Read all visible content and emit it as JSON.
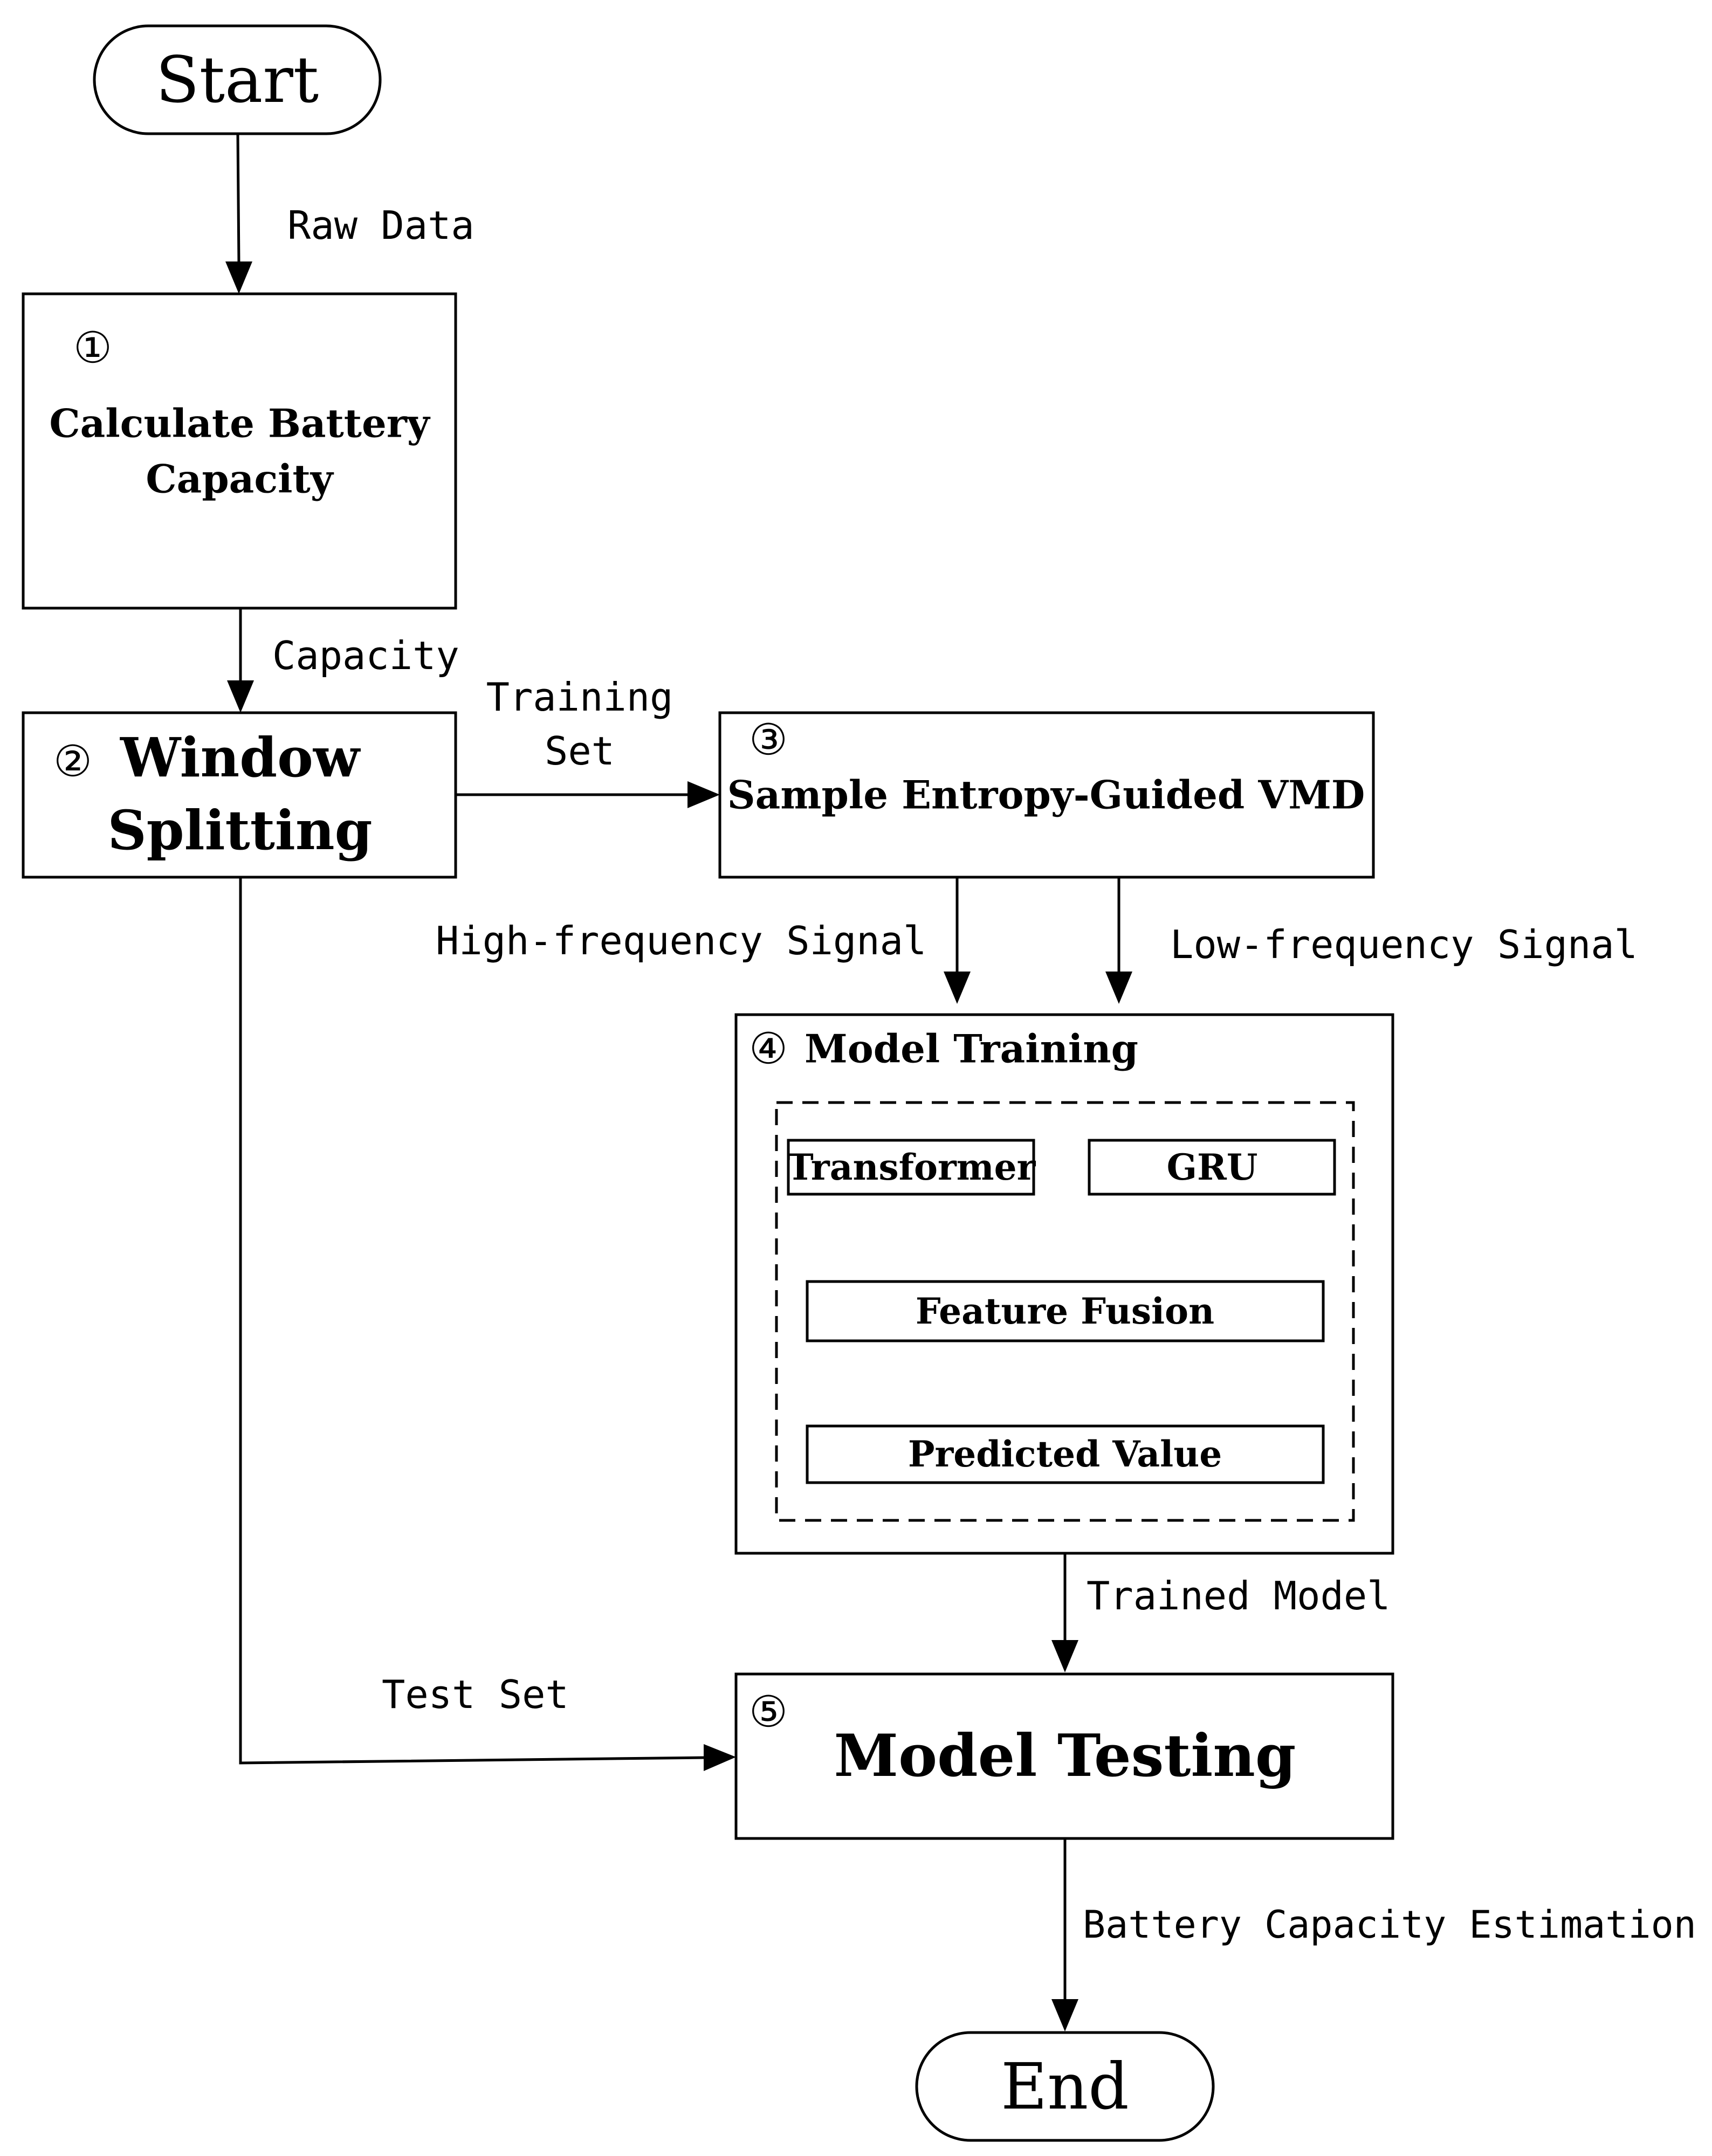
{
  "nodes": {
    "start": {
      "label": "Start"
    },
    "step1": {
      "number": "①",
      "line1": "Calculate Battery",
      "line2": "Capacity"
    },
    "step2": {
      "number": "②",
      "line1": "Window",
      "line2": "Splitting"
    },
    "step3": {
      "number": "③",
      "label": "Sample Entropy-Guided VMD"
    },
    "step4": {
      "number": "④",
      "label": "Model Training",
      "transformer": "Transformer",
      "gru": "GRU",
      "fusion": "Feature Fusion",
      "predicted": "Predicted Value"
    },
    "step5": {
      "number": "⑤",
      "label": "Model Testing"
    },
    "end": {
      "label": "End"
    }
  },
  "edges": {
    "raw_data": "Raw Data",
    "capacity": "Capacity",
    "training_set_line1": "Training",
    "training_set_line2": "Set",
    "high_freq": "High-frequency Signal",
    "low_freq": "Low-frequency Signal",
    "trained_model": "Trained Model",
    "test_set": "Test Set",
    "estimation": "Battery Capacity Estimation"
  }
}
